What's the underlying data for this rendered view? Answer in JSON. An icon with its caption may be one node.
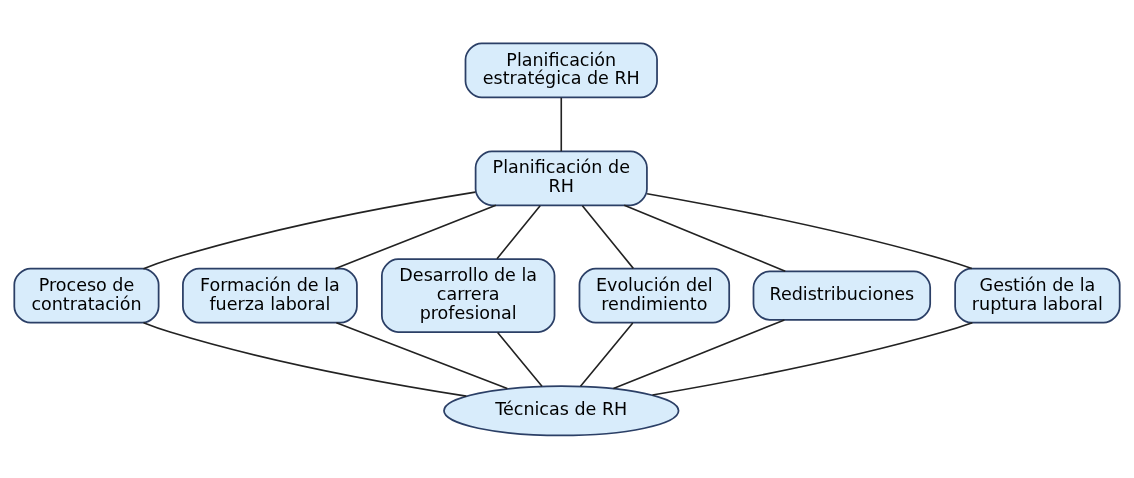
{
  "diagram": {
    "nodes": [
      {
        "text": [
          "Planificación estratégica de RH"
        ]
      },
      {
        "text": [
          "Planificación de RH"
        ]
      },
      {
        "text": [
          "Proceso de contratación"
        ]
      },
      {
        "text": [
          "Formación de la fuerza laboral"
        ]
      },
      {
        "text": [
          "Desarrollo de la carrera profesional"
        ]
      },
      {
        "text": [
          "Evolución del rendimiento"
        ]
      },
      {
        "text": [
          "Redistribuciones"
        ]
      },
      {
        "text": [
          "Gestión de la ruptura laboral"
        ]
      },
      {
        "text": [
          "Técnicas de RH"
        ]
      }
    ],
    "edges": [
      {
        "from": 0,
        "to": 1,
        "arrow": "none"
      },
      {
        "from": 1,
        "to": 2,
        "arrow": "none"
      },
      {
        "from": 1,
        "to": 3,
        "arrow": "none"
      },
      {
        "from": 1,
        "to": 4,
        "arrow": "none"
      },
      {
        "from": 1,
        "to": 5,
        "arrow": "none"
      },
      {
        "from": 1,
        "to": 6,
        "arrow": "none"
      },
      {
        "from": 1,
        "to": 7,
        "arrow": "none"
      },
      {
        "from": 2,
        "to": 8,
        "arrow": "none"
      },
      {
        "from": 3,
        "to": 8,
        "arrow": "none"
      },
      {
        "from": 4,
        "to": 8,
        "arrow": "none"
      },
      {
        "from": 5,
        "to": 8,
        "arrow": "none"
      },
      {
        "from": 6,
        "to": 8,
        "arrow": "none"
      },
      {
        "from": 7,
        "to": 8,
        "arrow": "none"
      }
    ]
  }
}
